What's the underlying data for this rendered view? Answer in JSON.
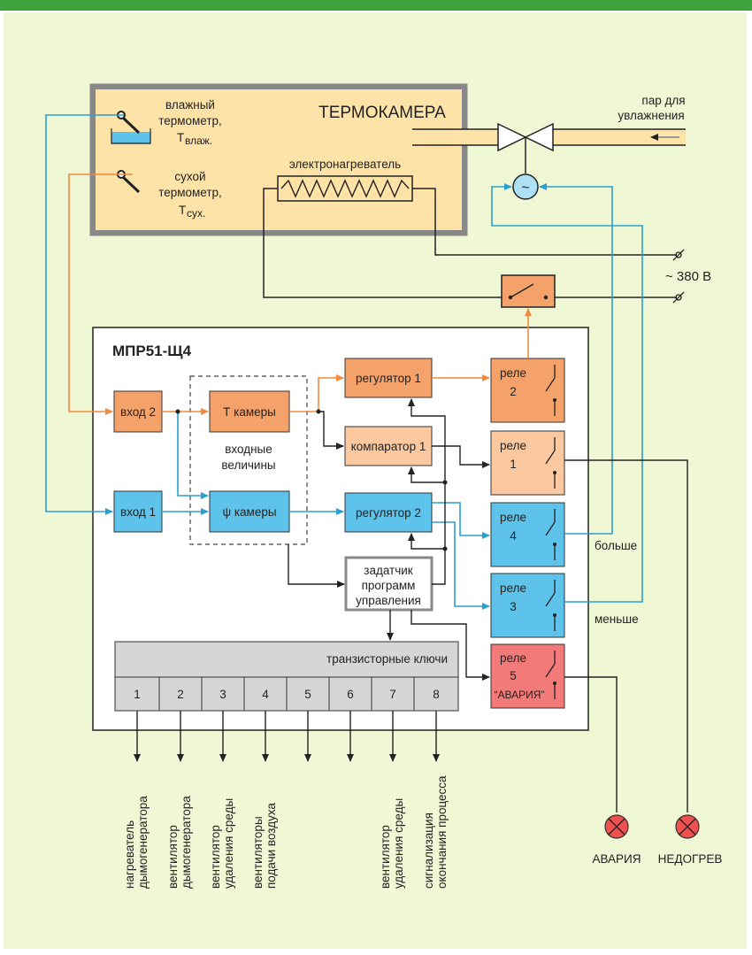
{
  "chamber": {
    "title": "ТЕРМОКАМЕРА",
    "wet_line1": "влажный",
    "wet_line2": "термометр,",
    "wet_sym": "T",
    "wet_sub": "влаж.",
    "dry_line1": "сухой",
    "dry_line2": "термометр,",
    "dry_sym": "T",
    "dry_sub": "сух.",
    "heater": "электронагреватель"
  },
  "steam": {
    "line1": "пар для",
    "line2": "увлажнения"
  },
  "supply": {
    "voltage": "~ 380 В"
  },
  "controller": {
    "title": "МПР51-Щ4",
    "input2": "вход 2",
    "input1": "вход 1",
    "t_chamber": "Т камеры",
    "psi_chamber": "ψ камеры",
    "inputs_line1": "входные",
    "inputs_line2": "величины",
    "reg1": "регулятор 1",
    "comp1": "компаратор 1",
    "reg2": "регулятор 2",
    "prog_line1": "задатчик",
    "prog_line2": "программ",
    "prog_line3": "управления",
    "keys_title": "транзисторные ключи",
    "keys": [
      "1",
      "2",
      "3",
      "4",
      "5",
      "6",
      "7",
      "8"
    ]
  },
  "relays": [
    {
      "label": "реле",
      "num": "2"
    },
    {
      "label": "реле",
      "num": "1"
    },
    {
      "label": "реле",
      "num": "4"
    },
    {
      "label": "реле",
      "num": "3"
    },
    {
      "label": "реле",
      "num": "5",
      "extra": "“АВАРИЯ”"
    }
  ],
  "more": "больше",
  "less": "меньше",
  "outputs": {
    "o1": [
      "нагреватель",
      "дымогенератора"
    ],
    "o2": [
      "вентилятор",
      "дымогенератора"
    ],
    "o3": [
      "вентилятор",
      "удаления среды"
    ],
    "o4": [
      "вентиляторы",
      "подачи воздуха"
    ],
    "o7": [
      "вентилятор",
      "удаления среды"
    ],
    "o8": [
      "сигнализация",
      "окончания процесса"
    ]
  },
  "lamps": {
    "alarm": "АВАРИЯ",
    "underheat": "НЕДОГРЕВ"
  },
  "colors": {
    "orange": "#f08a3c",
    "blue": "#2a9fd0",
    "chamber_fill": "#fde3a8",
    "light_orange": "#fbc8a0",
    "alarm_red": "#f27a78"
  }
}
